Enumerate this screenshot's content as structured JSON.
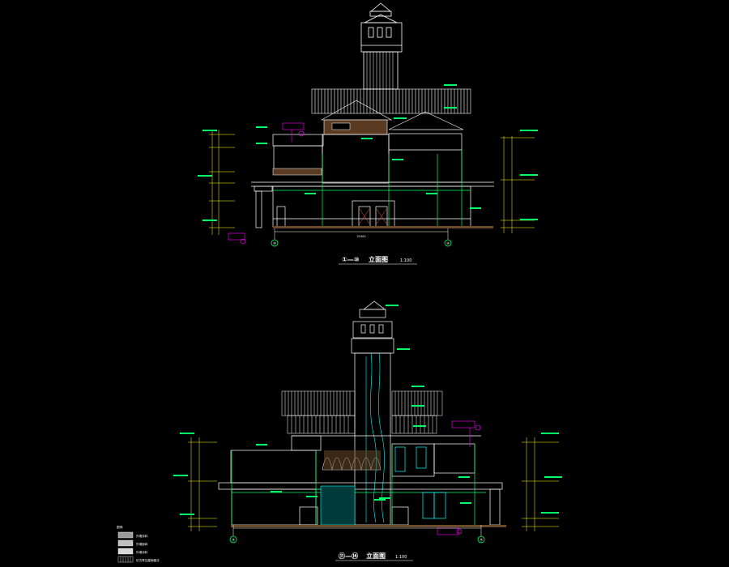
{
  "drawing": {
    "background": "#000000",
    "colors": {
      "outline": "#ffffff",
      "green": "#00ff66",
      "yellow": "#ffff00",
      "cyan": "#00ffff",
      "magenta": "#ff00ff",
      "brown": "#6b4a2a",
      "red": "#ff3333"
    },
    "top_elevation": {
      "title_mark": "①—⑩",
      "title": "立面图",
      "scale": "1:100",
      "axis_left": "⑭",
      "axis_right": "⑭",
      "dimension_total": "32400"
    },
    "bottom_elevation": {
      "title_mark": "⑪—⑭",
      "title": "立面图",
      "scale": "1:100",
      "axis_left": "⑭",
      "axis_right": "⑭"
    },
    "legend": {
      "title": "图例:",
      "items": [
        {
          "label": "外墙涂料",
          "swatch": "#9a9a9a"
        },
        {
          "label": "外墙面砖",
          "swatch": "#c0c0c0"
        },
        {
          "label": "外墙涂料",
          "swatch": "#d8d8d8"
        },
        {
          "label": "仿古青瓦屋面做法",
          "swatch": "#ffffff"
        }
      ]
    }
  }
}
